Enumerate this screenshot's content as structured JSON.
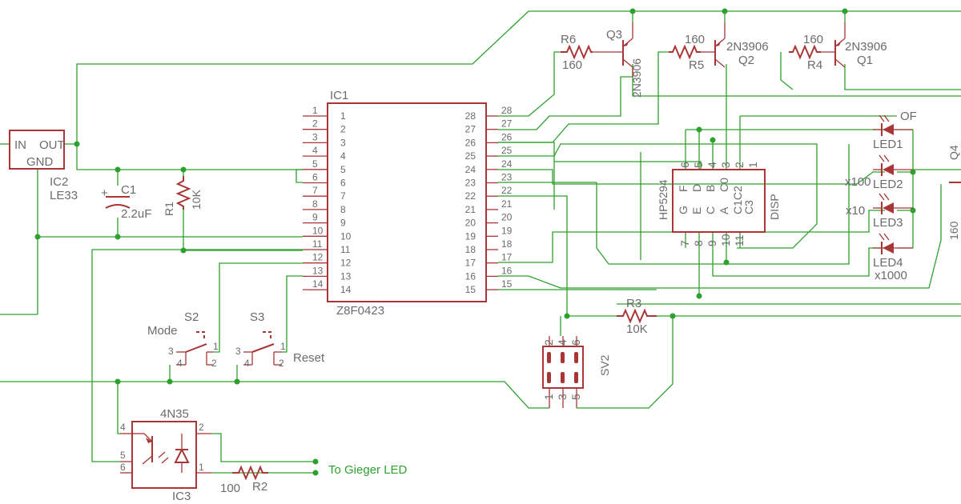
{
  "colors": {
    "wire": "#2ea02e",
    "part": "#a83636",
    "text": "#6b6b6b"
  },
  "ic1": {
    "name": "IC1",
    "part": "Z8F0423",
    "left_pins": [
      "1",
      "2",
      "3",
      "4",
      "5",
      "6",
      "7",
      "8",
      "9",
      "10",
      "11",
      "12",
      "13",
      "14"
    ],
    "right_pins": [
      "28",
      "27",
      "26",
      "25",
      "24",
      "23",
      "22",
      "21",
      "20",
      "19",
      "18",
      "17",
      "16",
      "15"
    ]
  },
  "ic2": {
    "name": "IC2",
    "part": "LE33",
    "pin_in": "IN",
    "pin_out": "OUT",
    "pin_gnd": "GND"
  },
  "c1": {
    "name": "C1",
    "value": "2.2uF",
    "polarity": "+"
  },
  "r1": {
    "name": "R1",
    "value": "10K"
  },
  "r2": {
    "name": "R2",
    "value": "100"
  },
  "r3": {
    "name": "R3",
    "value": "10K"
  },
  "r4": {
    "name": "R4",
    "value": "160"
  },
  "r5": {
    "name": "R5",
    "value": "160"
  },
  "r6": {
    "name": "R6",
    "value": "160"
  },
  "r_right": {
    "value": "160"
  },
  "q1": {
    "name": "Q1",
    "part": "2N3906"
  },
  "q2": {
    "name": "Q2",
    "part": "2N3906"
  },
  "q3": {
    "name": "Q3",
    "part": "2N3906"
  },
  "q4": {
    "name": "Q4"
  },
  "disp": {
    "name": "DISP",
    "part": "HP5294",
    "top_pins": [
      "6",
      "5",
      "4",
      "3",
      "2",
      "1"
    ],
    "bottom_pins": [
      "7",
      "8",
      "9",
      "10",
      "11"
    ],
    "left_labels": [
      "G",
      "F",
      "E",
      "D",
      "C",
      "B",
      "A",
      "C0",
      "C1C2",
      "C3"
    ]
  },
  "leds": [
    {
      "name": "LED1",
      "label": "OF"
    },
    {
      "name": "LED2",
      "label": "x100"
    },
    {
      "name": "LED3",
      "label": "x10"
    },
    {
      "name": "LED4",
      "label": "x1000"
    }
  ],
  "s2": {
    "name": "S2",
    "label": "Mode",
    "pins": [
      "3",
      "1",
      "4",
      "2"
    ]
  },
  "s3": {
    "name": "S3",
    "label": "Reset",
    "pins": [
      "3",
      "1",
      "4",
      "2"
    ]
  },
  "sv2": {
    "name": "SV2",
    "top_pins": [
      "2",
      "4",
      "6"
    ],
    "bottom_pins": [
      "1",
      "3",
      "5"
    ]
  },
  "ic3": {
    "name": "IC3",
    "part": "4N35",
    "pins": [
      "4",
      "5",
      "6",
      "2",
      "1"
    ]
  },
  "geiger": {
    "label": "To Gieger LED"
  }
}
